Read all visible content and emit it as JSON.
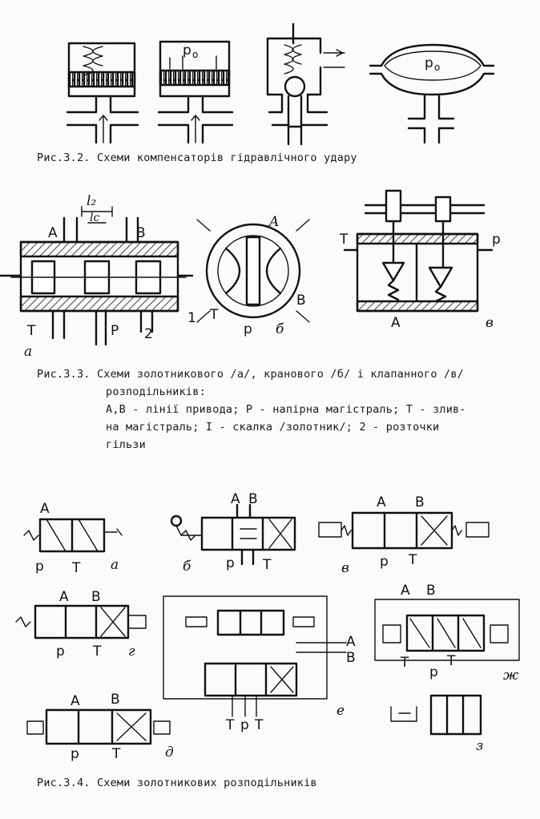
{
  "fig32": {
    "caption": "Рис.3.2. Схеми компенсаторів гідравлічного удару",
    "p_label": "p",
    "p_sub": "o"
  },
  "fig33": {
    "caption_line1": "Рис.3.3. Схеми золотникового /а/, кранового /б/ і клапанного /в/",
    "caption_line2": "розподільників:",
    "caption_line3": "А,В - лінії привода; Р - напірна магістраль; Т - злив-",
    "caption_line4": "на магістраль; І - скалка /золотник/; 2 - розточки",
    "caption_line5": "гільзи",
    "labels": {
      "A": "A",
      "B": "B",
      "P": "P",
      "T": "T",
      "l2": "l₂",
      "lc": "lс",
      "one": "1",
      "two": "2",
      "a": "a",
      "b": "б",
      "v": "в",
      "p_small": "p",
      "p_lower": "p"
    }
  },
  "fig34": {
    "caption": "Рис.3.4. Схеми золотникових розподільників",
    "labels": {
      "A": "A",
      "B": "B",
      "P": "P",
      "T": "T",
      "p": "p",
      "a": "a",
      "b": "б",
      "v": "в",
      "g": "г",
      "d": "д",
      "e": "е",
      "zh": "ж",
      "z": "з"
    }
  }
}
